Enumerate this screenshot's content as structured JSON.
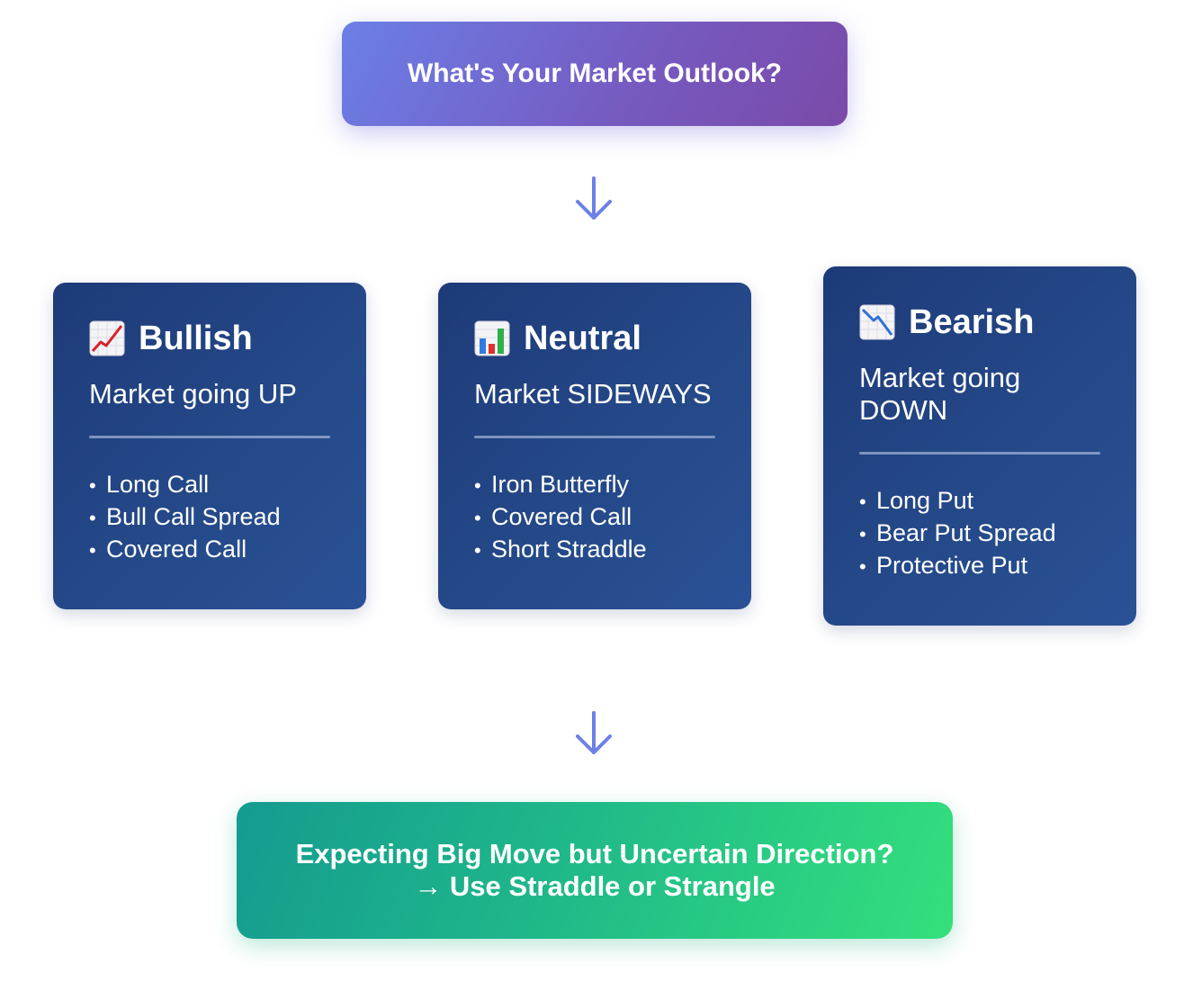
{
  "question": {
    "text": "What's Your Market Outlook?",
    "gradient_start": "#6b7fe6",
    "gradient_end": "#7a4aa8"
  },
  "connector": {
    "icon": "arrow-down-icon",
    "color": "#6d80e8"
  },
  "outlooks": [
    {
      "icon": "chart-increasing-icon",
      "title": "Bullish",
      "subtitle": "Market going UP",
      "strategies": [
        "Long Call",
        "Bull Call Spread",
        "Covered Call"
      ]
    },
    {
      "icon": "bar-chart-icon",
      "title": "Neutral",
      "subtitle": "Market SIDEWAYS",
      "strategies": [
        "Iron Butterfly",
        "Covered Call",
        "Short Straddle"
      ]
    },
    {
      "icon": "chart-decreasing-icon",
      "title": "Bearish",
      "subtitle": "Market going DOWN",
      "strategies": [
        "Long Put",
        "Bear Put Spread",
        "Protective Put"
      ]
    }
  ],
  "bullet": "•",
  "card_color": "#1e3a78",
  "action": {
    "line1": "Expecting Big Move but Uncertain Direction?",
    "line2": "→ Use Straddle or Strangle",
    "gradient_start": "#149b90",
    "gradient_end": "#34e07c"
  }
}
